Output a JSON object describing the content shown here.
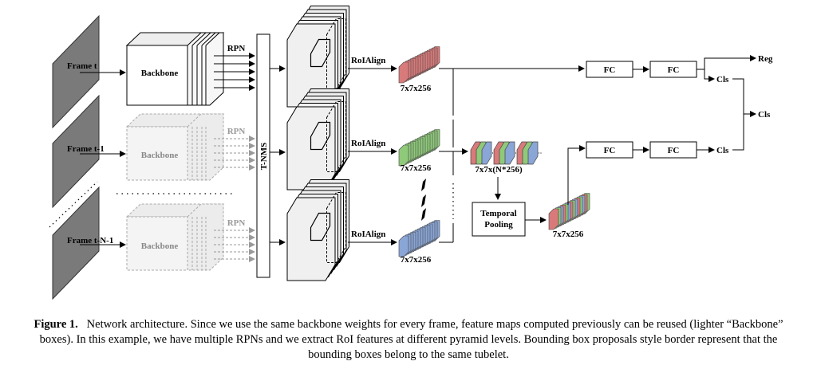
{
  "frames": [
    {
      "label": "Frame t"
    },
    {
      "label": "Frame t-1"
    },
    {
      "label": "Frame t-N-1"
    }
  ],
  "backbone_label": "Backbone",
  "rpn_label": "RPN",
  "tnms_label": "T-NMS",
  "roialign_label": "RoIAlign",
  "feature_size_label": "7x7x256",
  "stacked_feature_label": "7x7x(N*256)",
  "temporal_pooling_label": [
    "Temporal",
    "Pooling"
  ],
  "pooled_feature_label": "7x7x256",
  "fc_label": "FC",
  "cls_label": "Cls",
  "reg_label": "Reg",
  "colors": {
    "red_feature": "#d97a7a",
    "green_feature": "#8fc97a",
    "blue_feature": "#8aa6d6",
    "light_gray": "#aaaaaa",
    "face_fill": "#eeeeee"
  },
  "caption": {
    "label": "Figure 1.",
    "text": "Network architecture. Since we use the same backbone weights for every frame, feature maps computed previously can be reused (lighter “Backbone” boxes). In this example, we have multiple RPNs and we extract RoI features at different pyramid levels. Bounding box proposals style border represent that the bounding boxes belong to the same tubelet."
  }
}
